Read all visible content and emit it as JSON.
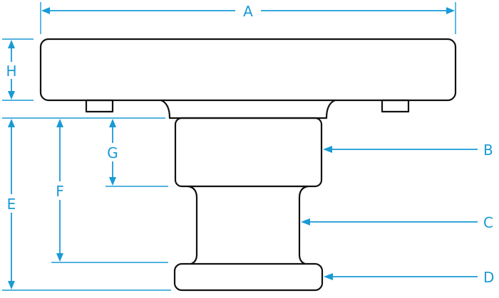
{
  "labels": {
    "A": "A",
    "B": "B",
    "C": "C",
    "D": "D",
    "E": "E",
    "F": "F",
    "G": "G",
    "H": "H"
  },
  "colors": {
    "dimension": "#1a9ad6",
    "outline": "#111111",
    "background": "#ffffff"
  }
}
